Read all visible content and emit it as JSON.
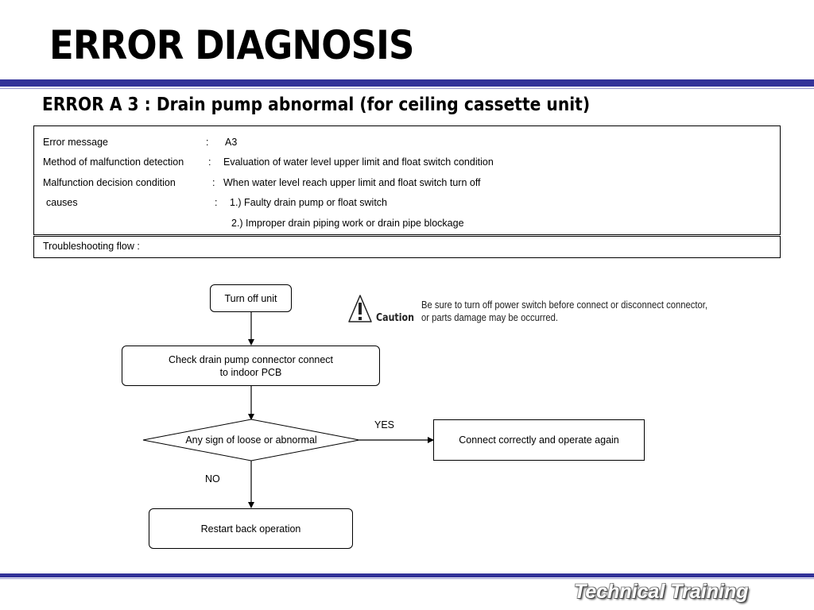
{
  "header": {
    "title": "ERROR DIAGNOSIS",
    "subtitle": "ERROR A 3 : Drain pump abnormal  (for ceiling cassette unit)"
  },
  "info": {
    "error_message_label": "Error message",
    "error_message_sep": ":",
    "error_message_value": "A3",
    "detection_label": "Method of malfunction detection",
    "detection_sep": ":",
    "detection_value": "Evaluation of water level upper limit and float switch condition",
    "decision_label": "Malfunction decision condition",
    "decision_sep": ":",
    "decision_value": "When water level reach upper limit and float switch turn off",
    "causes_label": "causes",
    "causes_sep": ":",
    "causes": [
      "1.) Faulty drain pump or float switch",
      "2.) Improper drain piping work or drain pipe blockage"
    ],
    "flow_label": "Troubleshooting flow  :"
  },
  "flowchart": {
    "step1": "Turn off unit",
    "step2_line1": "Check drain pump connector connect",
    "step2_line2": "to indoor PCB",
    "decision": "Any sign of loose or abnormal",
    "yes_label": "YES",
    "no_label": "NO",
    "yes_action": "Connect correctly and operate again",
    "no_action": "Restart back operation"
  },
  "caution": {
    "icon": "warning-icon",
    "label": "Caution",
    "line1": "Be sure to turn off power switch before connect or disconnect connector,",
    "line2": "or parts damage may be occurred."
  },
  "footer": {
    "text": "Technical Training"
  },
  "colors": {
    "accent": "#333399"
  }
}
